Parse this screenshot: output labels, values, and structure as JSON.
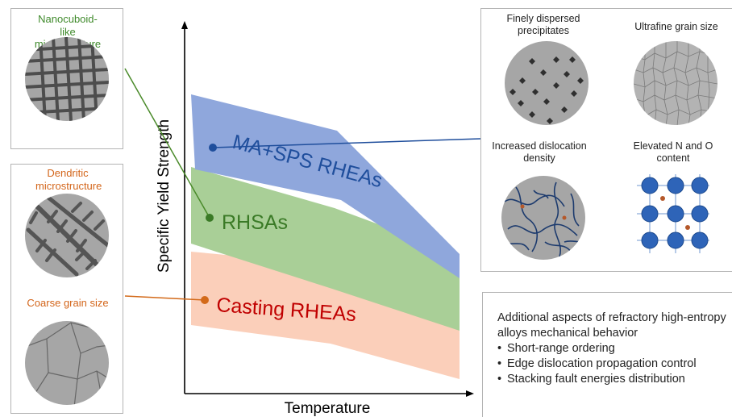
{
  "left_panels": {
    "nanocuboid_label": "Nanocuboid-like microstructure",
    "dendritic_label": "Dendritic microstructure",
    "coarse_label": "Coarse grain size"
  },
  "chart": {
    "ylabel": "Specific Yield Strength",
    "xlabel": "Temperature",
    "bands": [
      {
        "name": "MA+SPS RHEAs",
        "color": "#8fa7dc",
        "label_color": "#1f4e9c"
      },
      {
        "name": "RHSAs",
        "color": "#a9cf97",
        "label_color": "#3a7a26"
      },
      {
        "name": "Casting RHEAs",
        "color": "#fbcfba",
        "label_color": "#c00000"
      }
    ]
  },
  "right_panel": {
    "precipitates_label": "Finely dispersed precipitates",
    "ultrafine_label": "Ultrafine grain size",
    "dislocation_label": "Increased dislocation density",
    "elevated_label": "Elevated N and O content"
  },
  "notes": {
    "intro": "Additional aspects of refractory high-entropy alloys mechanical behavior",
    "items": [
      "Short-range ordering",
      "Edge dislocation propagation control",
      "Stacking fault energies distribution"
    ]
  },
  "colors": {
    "nanocuboid_link": "#4a8a2a",
    "coarse_link": "#d36a1a",
    "rhea_link": "#1f4e9c",
    "atom_blue": "#2e64b8",
    "interstitial": "#b5582a",
    "dislocation": "#1d3b6e"
  },
  "icons": [
    "nanocuboid-micrograph",
    "dendritic-micrograph",
    "coarse-grain-micrograph",
    "precipitates-micrograph",
    "ultrafine-grain-micrograph",
    "dislocation-micrograph",
    "bcc-lattice-icon"
  ]
}
